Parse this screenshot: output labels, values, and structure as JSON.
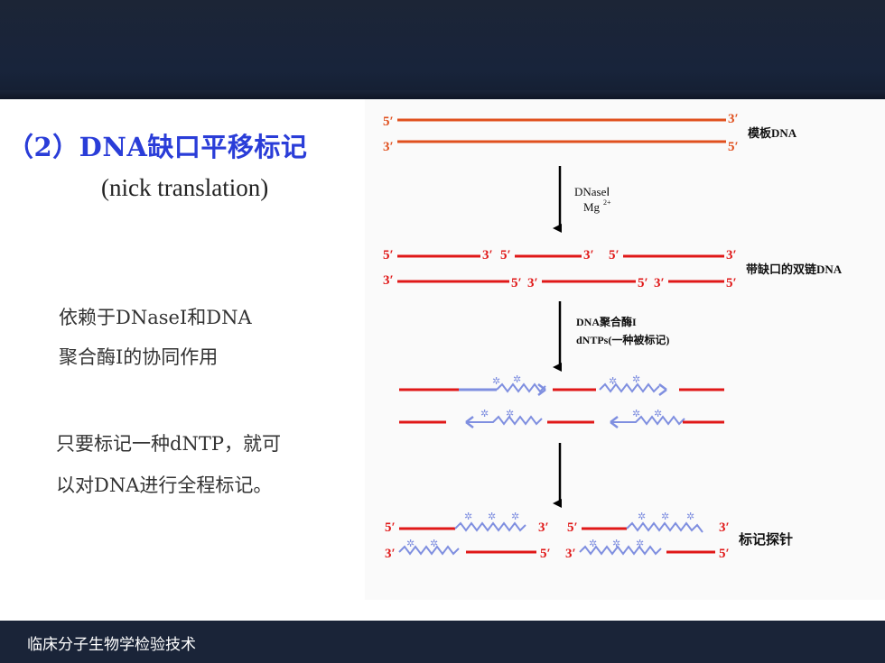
{
  "heading": "（2）DNA缺口平移标记",
  "subheading": "(nick translation)",
  "body": {
    "line1": "依赖于DNaseⅠ和DNA",
    "line2": "聚合酶Ⅰ的协同作用",
    "line3": "只要标记一种dNTP，就可",
    "line4": "以对DNA进行全程标记。"
  },
  "diagram": {
    "prime5": "5′",
    "prime3": "3′",
    "label_template": "模板DNA",
    "label_nicked": "带缺口的双链DNA",
    "label_probe": "标记探针",
    "enzyme1_line1": "DNaseⅠ",
    "enzyme1_line2": "Mg",
    "enzyme1_sup": "2+",
    "enzyme2_line1": "DNA聚合酶I",
    "enzyme2_line2": "dNTPs(一种被标记)"
  },
  "footer": "临床分子生物学检验技术",
  "colors": {
    "header_band": "#18243b",
    "heading": "#2a3dd8",
    "template_strand": "#e0501e",
    "nicked_strand": "#e01818",
    "labeled_strand": "#7f8fe0"
  }
}
